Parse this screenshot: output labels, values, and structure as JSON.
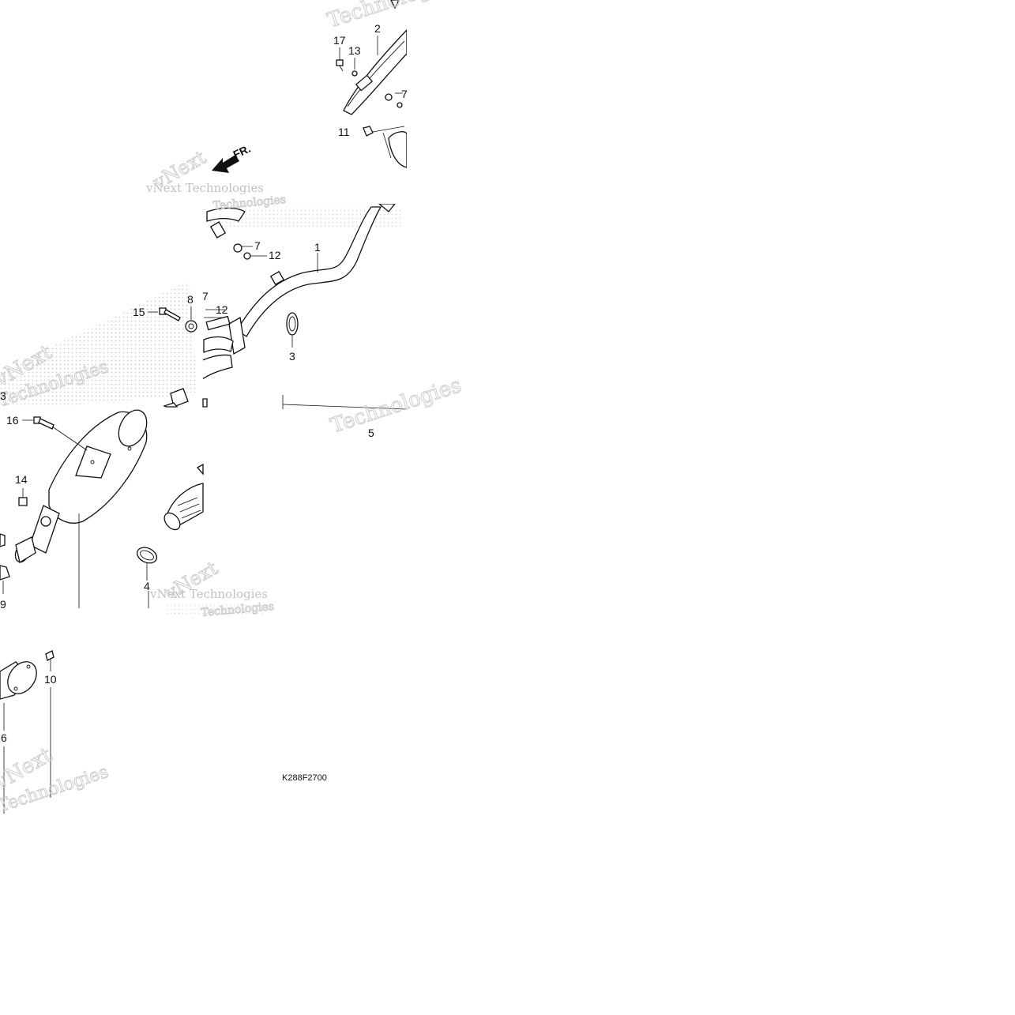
{
  "diagram": {
    "code": "K288F2700",
    "front_marker": "FR.",
    "watermark": {
      "line1": "vNext",
      "line2": "Technologies",
      "combined": "vNext Technologies"
    },
    "callouts": {
      "c1": "1",
      "c2": "2",
      "c3": "3",
      "c3b": "3",
      "c4": "4",
      "c5": "5",
      "c6": "6",
      "c7a": "7",
      "c7b": "7",
      "c7c": "7",
      "c8": "8",
      "c9": "9",
      "c10": "10",
      "c11": "11",
      "c12a": "12",
      "c12b": "12",
      "c13": "13",
      "c14": "14",
      "c15": "15",
      "c16": "16",
      "c17": "17"
    }
  }
}
